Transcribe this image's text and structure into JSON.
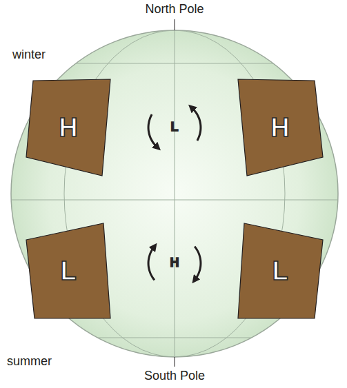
{
  "diagram": {
    "nodes": [
      {
        "text": [
          "H"
        ]
      },
      {
        "text": [
          "H"
        ]
      },
      {
        "text": [
          "L"
        ]
      },
      {
        "text": [
          "L"
        ]
      }
    ],
    "labels": [
      "North Pole",
      "winter",
      "L",
      "H",
      "summer",
      "South Pole"
    ]
  }
}
